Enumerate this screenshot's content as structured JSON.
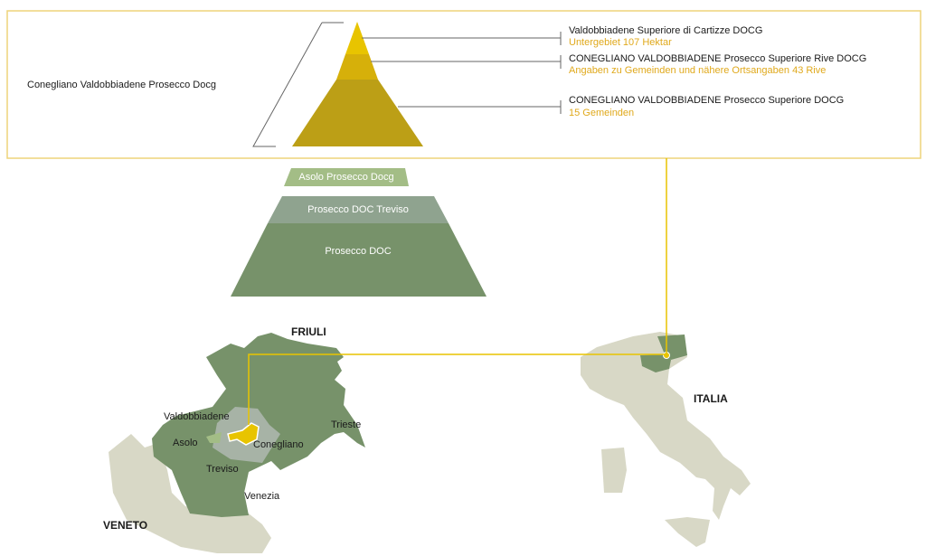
{
  "title": "Conegliano Valdobbiadene Prosecco Docg",
  "pyramid": [
    {
      "name": "Valdobbiadene Superiore di Cartizze DOCG",
      "detail": "Untergebiet 107 Hektar"
    },
    {
      "name": "CONEGLIANO VALDOBBIADENE Prosecco Superiore Rive DOCG",
      "detail": "Angaben zu Gemeinden und nähere Ortsangaben 43 Rive"
    },
    {
      "name": "CONEGLIANO VALDOBBIADENE Prosecco Superiore DOCG",
      "detail": "15 Gemeinden"
    }
  ],
  "lower_tiers": [
    "Asolo Prosecco Docg",
    "Prosecco DOC Treviso",
    "Prosecco DOC"
  ],
  "map_labels": {
    "friuli": "FRIULI",
    "veneto": "VENETO",
    "valdobbiadene": "Valdobbiadene",
    "asolo": "Asolo",
    "conegliano": "Conegliano",
    "treviso": "Treviso",
    "trieste": "Trieste",
    "venezia": "Venezia",
    "italia": "ITALIA"
  },
  "colors": {
    "gold": "#e8c400",
    "gold_mid": "#d6b00a",
    "gold_dark": "#bc9f16",
    "frame": "#eed47a",
    "asolo": "#a3bd86",
    "treviso": "#8fa38f",
    "doc": "#77926a",
    "land": "#d8d8c6"
  }
}
